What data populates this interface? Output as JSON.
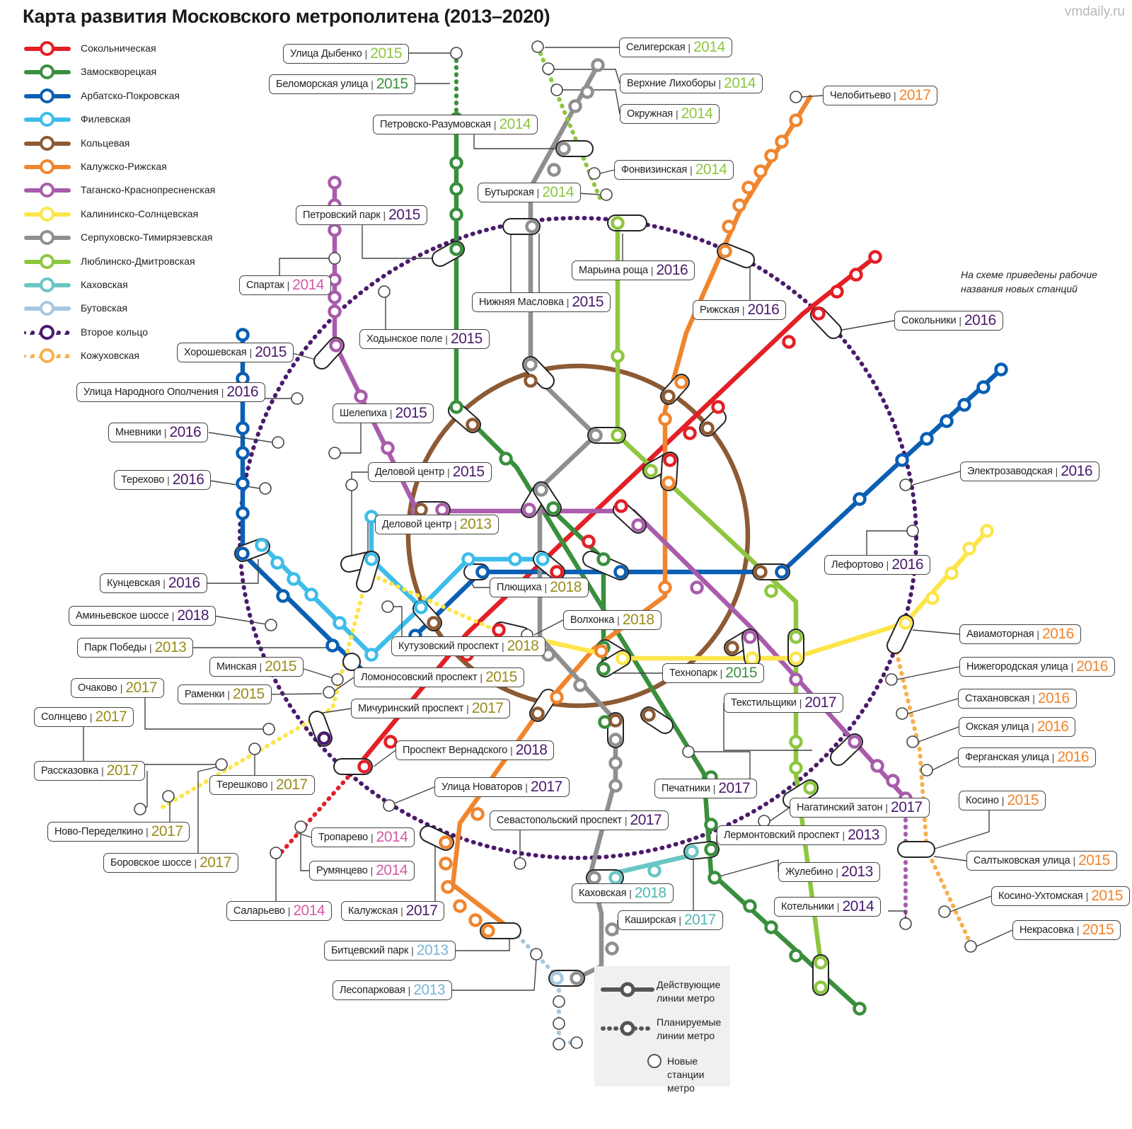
{
  "title": "Карта развития Московского метрополитена (2013–2020)",
  "watermark": "vmdaily.ru",
  "note": "На схеме приведены рабочие названия новых станций",
  "colors": {
    "red": "#e41f26",
    "darkgreen": "#3a8f3d",
    "blue": "#0a5fb4",
    "lightblue": "#3ebde9",
    "brown": "#8c5a34",
    "orange": "#f0852d",
    "purple": "#a95cab",
    "yellow": "#fde54b",
    "grey": "#8f8f8f",
    "lime": "#8dc63f",
    "teal": "#69c6c3",
    "paleblue": "#a6c8e0",
    "darkpurple": "#4a1a6b",
    "lightorange": "#f7b04e",
    "olive": "#9a8c1d",
    "pink": "#d35ca6",
    "green": "#8dc63f",
    "violet": "#4a1a6b",
    "azure": "#79b3d6",
    "year_orange": "#f0852d",
    "year_teal": "#4fb7b4"
  },
  "legend": [
    {
      "label": "Сокольническая",
      "color": "red",
      "dotted": false
    },
    {
      "label": "Замоскворецкая",
      "color": "darkgreen",
      "dotted": false
    },
    {
      "label": "Арбатско-Покровская",
      "color": "blue",
      "dotted": false
    },
    {
      "label": "Филевская",
      "color": "lightblue",
      "dotted": false
    },
    {
      "label": "Кольцевая",
      "color": "brown",
      "dotted": false
    },
    {
      "label": "Калужско-Рижская",
      "color": "orange",
      "dotted": false
    },
    {
      "label": "Таганско-Краснопресненская",
      "color": "purple",
      "dotted": false
    },
    {
      "label": "Калининско-Солнцевская",
      "color": "yellow",
      "dotted": false
    },
    {
      "label": "Серпуховско-Тимирязевская",
      "color": "grey",
      "dotted": false
    },
    {
      "label": "Люблинско-Дмитровская",
      "color": "lime",
      "dotted": false
    },
    {
      "label": "Каховская",
      "color": "teal",
      "dotted": false
    },
    {
      "label": "Бутовская",
      "color": "paleblue",
      "dotted": false
    },
    {
      "label": "Второе кольцо",
      "color": "darkpurple",
      "dotted": true
    },
    {
      "label": "Кожуховская",
      "color": "lightorange",
      "dotted": true
    }
  ],
  "map_legend": {
    "active": "Действующие линии метро",
    "planned": "Планируемые линии метро",
    "new_stations": "Новые станции метро"
  },
  "stations": [
    {
      "name": "Улица Дыбенко",
      "year": "2015",
      "yc": "green"
    },
    {
      "name": "Беломорская улица",
      "year": "2015",
      "yc": "darkgreen"
    },
    {
      "name": "Петровско-Разумовская",
      "year": "2014",
      "yc": "green"
    },
    {
      "name": "Селигерская",
      "year": "2014",
      "yc": "green"
    },
    {
      "name": "Верхние Лихоборы",
      "year": "2014",
      "yc": "green"
    },
    {
      "name": "Окружная",
      "year": "2014",
      "yc": "green"
    },
    {
      "name": "Челобитьево",
      "year": "2017",
      "yc": "year_orange"
    },
    {
      "name": "Фонвизинская",
      "year": "2014",
      "yc": "green"
    },
    {
      "name": "Бутырская",
      "year": "2014",
      "yc": "green"
    },
    {
      "name": "Петровский парк",
      "year": "2015",
      "yc": "violet"
    },
    {
      "name": "Марьина роща",
      "year": "2016",
      "yc": "violet"
    },
    {
      "name": "Спартак",
      "year": "2014",
      "yc": "pink"
    },
    {
      "name": "Нижняя Масловка",
      "year": "2015",
      "yc": "violet"
    },
    {
      "name": "Рижская",
      "year": "2016",
      "yc": "violet"
    },
    {
      "name": "Сокольники",
      "year": "2016",
      "yc": "violet"
    },
    {
      "name": "Ходынское поле",
      "year": "2015",
      "yc": "violet"
    },
    {
      "name": "Хорошевская",
      "year": "2015",
      "yc": "violet"
    },
    {
      "name": "Улица Народного Ополчения",
      "year": "2016",
      "yc": "violet"
    },
    {
      "name": "Шелепиха",
      "year": "2015",
      "yc": "violet"
    },
    {
      "name": "Мневники",
      "year": "2016",
      "yc": "violet"
    },
    {
      "name": "Электрозаводская",
      "year": "2016",
      "yc": "violet"
    },
    {
      "name": "Деловой центр",
      "year": "2015",
      "yc": "violet"
    },
    {
      "name": "Терехово",
      "year": "2016",
      "yc": "violet"
    },
    {
      "name": "Деловой центр",
      "year": "2013",
      "yc": "olive"
    },
    {
      "name": "Лефортово",
      "year": "2016",
      "yc": "violet"
    },
    {
      "name": "Плющиха",
      "year": "2018",
      "yc": "olive"
    },
    {
      "name": "Кунцевская",
      "year": "2016",
      "yc": "violet"
    },
    {
      "name": "Аминьевское шоссе",
      "year": "2018",
      "yc": "violet"
    },
    {
      "name": "Волхонка",
      "year": "2018",
      "yc": "olive"
    },
    {
      "name": "Авиамоторная",
      "year": "2016",
      "yc": "year_orange"
    },
    {
      "name": "Парк Победы",
      "year": "2013",
      "yc": "olive"
    },
    {
      "name": "Кутузовский проспект",
      "year": "2018",
      "yc": "olive"
    },
    {
      "name": "Минская",
      "year": "2015",
      "yc": "olive"
    },
    {
      "name": "Технопарк",
      "year": "2015",
      "yc": "darkgreen"
    },
    {
      "name": "Нижегородская улица",
      "year": "2016",
      "yc": "year_orange"
    },
    {
      "name": "Ломоносовский проспект",
      "year": "2015",
      "yc": "olive"
    },
    {
      "name": "Очаково",
      "year": "2017",
      "yc": "olive"
    },
    {
      "name": "Раменки",
      "year": "2015",
      "yc": "olive"
    },
    {
      "name": "Стахановская",
      "year": "2016",
      "yc": "year_orange"
    },
    {
      "name": "Текстильщики",
      "year": "2017",
      "yc": "violet"
    },
    {
      "name": "Солнцево",
      "year": "2017",
      "yc": "olive"
    },
    {
      "name": "Мичуринский проспект",
      "year": "2017",
      "yc": "olive"
    },
    {
      "name": "Окская улица",
      "year": "2016",
      "yc": "year_orange"
    },
    {
      "name": "Проспект Вернадского",
      "year": "2018",
      "yc": "violet"
    },
    {
      "name": "Ферганская улица",
      "year": "2016",
      "yc": "year_orange"
    },
    {
      "name": "Рассказовка",
      "year": "2017",
      "yc": "olive"
    },
    {
      "name": "Терешково",
      "year": "2017",
      "yc": "olive"
    },
    {
      "name": "Улица Новаторов",
      "year": "2017",
      "yc": "violet"
    },
    {
      "name": "Печатники",
      "year": "2017",
      "yc": "violet"
    },
    {
      "name": "Косино",
      "year": "2015",
      "yc": "year_orange"
    },
    {
      "name": "Нагатинский затон",
      "year": "2017",
      "yc": "violet"
    },
    {
      "name": "Севастопольский проспект",
      "year": "2017",
      "yc": "violet"
    },
    {
      "name": "Ново-Переделкино",
      "year": "2017",
      "yc": "olive"
    },
    {
      "name": "Тропарево",
      "year": "2014",
      "yc": "pink"
    },
    {
      "name": "Лермонтовский проспект",
      "year": "2013",
      "yc": "violet"
    },
    {
      "name": "Салтыковская улица",
      "year": "2015",
      "yc": "year_orange"
    },
    {
      "name": "Боровское шоссе",
      "year": "2017",
      "yc": "olive"
    },
    {
      "name": "Румянцево",
      "year": "2014",
      "yc": "pink"
    },
    {
      "name": "Жулебино",
      "year": "2013",
      "yc": "violet"
    },
    {
      "name": "Каховская",
      "year": "2018",
      "yc": "year_teal"
    },
    {
      "name": "Косино-Ухтомская",
      "year": "2015",
      "yc": "year_orange"
    },
    {
      "name": "Саларьево",
      "year": "2014",
      "yc": "pink"
    },
    {
      "name": "Калужская",
      "year": "2017",
      "yc": "violet"
    },
    {
      "name": "Котельники",
      "year": "2014",
      "yc": "violet"
    },
    {
      "name": "Каширская",
      "year": "2017",
      "yc": "year_teal"
    },
    {
      "name": "Некрасовка",
      "year": "2015",
      "yc": "year_orange"
    },
    {
      "name": "Битцевский парк",
      "year": "2013",
      "yc": "azure"
    },
    {
      "name": "Лесопарковая",
      "year": "2013",
      "yc": "azure"
    }
  ]
}
